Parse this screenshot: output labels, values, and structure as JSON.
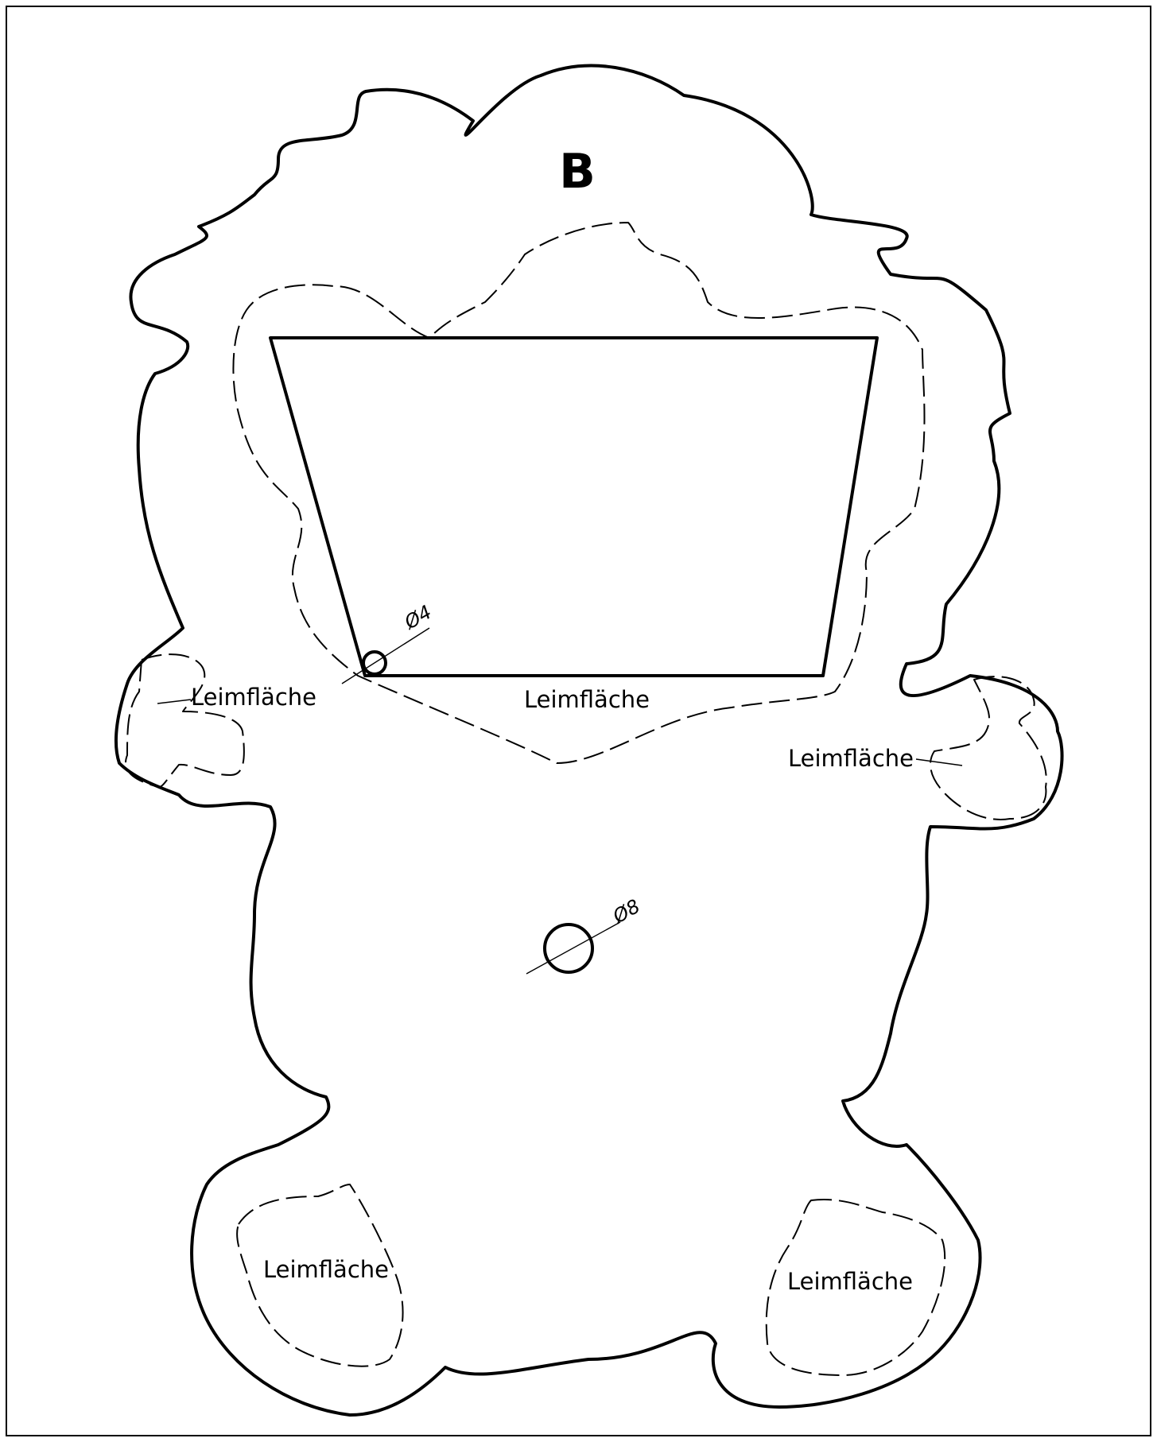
{
  "part_label": "B",
  "glue_areas": {
    "left_hand": "Leimfläche",
    "center": "Leimfläche",
    "right_hand": "Leimfläche",
    "left_foot": "Leimfläche",
    "right_foot": "Leimfläche"
  },
  "holes": {
    "small": {
      "label": "Ø4",
      "diameter_mm": 4
    },
    "large": {
      "label": "Ø8",
      "diameter_mm": 8
    }
  }
}
